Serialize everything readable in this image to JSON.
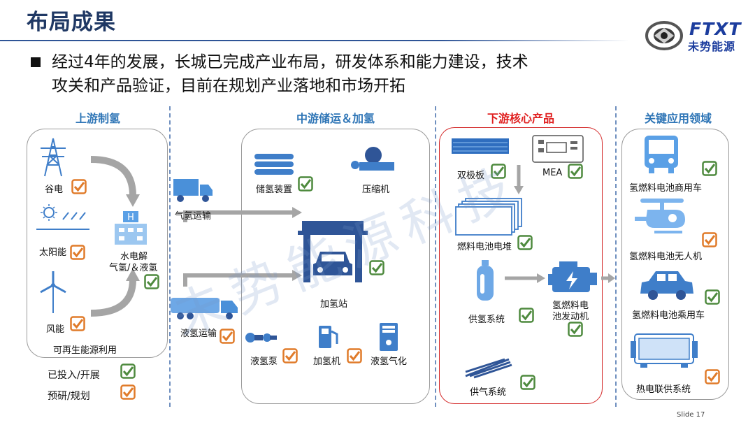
{
  "header": {
    "title": "布局成果",
    "logo_en": "FTXT",
    "logo_cn": "未势能源",
    "subtitle_line1": "经过4年的发展，长城已完成产业布局，研发体系和能力建设，技术",
    "subtitle_line2": "攻关和产品验证，目前在规划产业落地和市场开拓"
  },
  "sections": {
    "upstream": "上游制氢",
    "midstream": "中游储运＆加氢",
    "downstream": "下游核心产品",
    "applications": "关键应用领域"
  },
  "upstream": {
    "grid_power": "谷电",
    "solar": "太阳能",
    "wind": "风能",
    "electrolysis_line1": "水电解",
    "electrolysis_line2": "气氢/＆液氢",
    "renewable": "可再生能源利用"
  },
  "transport": {
    "gas": "气氢运输",
    "liquid": "液氢运输"
  },
  "midstream": {
    "storage": "储氢装置",
    "compressor": "压缩机",
    "station": "加氢站",
    "pump": "液氢泵",
    "dispenser": "加氢机",
    "vaporizer": "液氢气化"
  },
  "downstream": {
    "bipolar_plate": "双极板",
    "mea": "MEA",
    "stack": "燃料电池电堆",
    "hydrogen_supply": "供氢系统",
    "engine_line1": "氢燃料电",
    "engine_line2": "池发动机",
    "air_supply": "供气系统"
  },
  "applications": {
    "bus": "氢燃料电池商用车",
    "drone": "氢燃料电池无人机",
    "car": "氢燃料电池乘用车",
    "chp": "热电联供系统"
  },
  "legend": {
    "done": "已投入/开展",
    "planned": "预研/规划"
  },
  "watermark": "未势能源科技",
  "slide_number": "Slide 17",
  "colors": {
    "title": "#1f3864",
    "section": "#2e75b6",
    "downstream_accent": "#e02020",
    "check_done": "#4e8a3e",
    "check_planned": "#e07b2a",
    "icon_blue": "#4a90d9"
  }
}
